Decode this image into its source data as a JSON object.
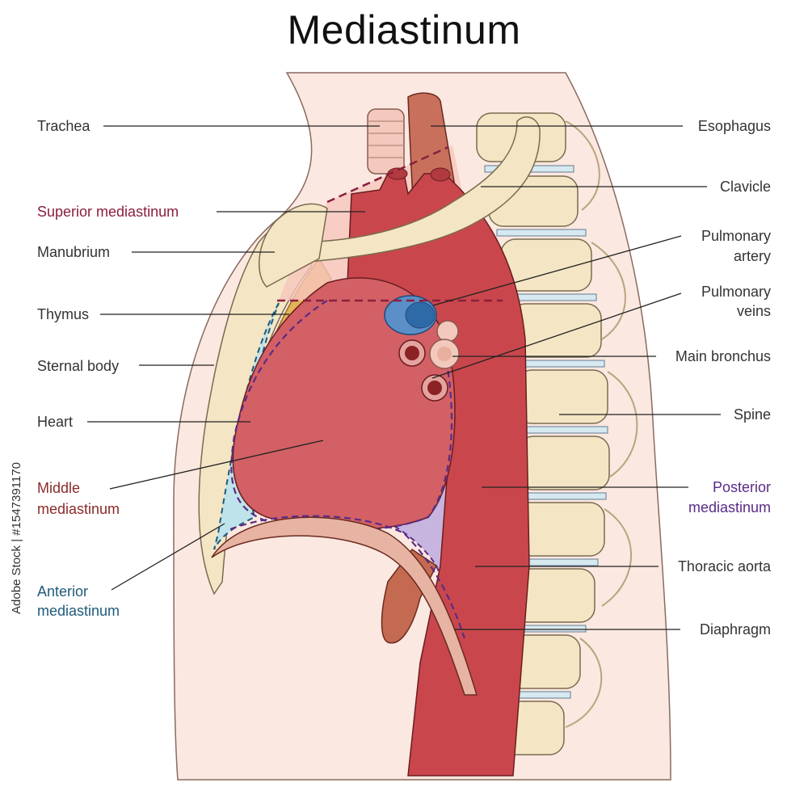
{
  "title": "Mediastinum",
  "credit": "Adobe Stock | #1547391170",
  "colors": {
    "superior": "#8b1e3f",
    "middle": "#8b2a2a",
    "posterior": "#5b2a86",
    "anterior": "#1f5a7a",
    "label": "#333333"
  },
  "labels": {
    "trachea": "Trachea",
    "superior": "Superior mediastinum",
    "manubrium": "Manubrium",
    "thymus": "Thymus",
    "sternal_body": "Sternal body",
    "heart": "Heart",
    "middle_1": "Middle",
    "middle_2": "mediastinum",
    "anterior_1": "Anterior",
    "anterior_2": "mediastinum",
    "esophagus": "Esophagus",
    "clavicle": "Clavicle",
    "pulm_artery_1": "Pulmonary",
    "pulm_artery_2": "artery",
    "pulm_veins_1": "Pulmonary",
    "pulm_veins_2": "veins",
    "main_bronchus": "Main bronchus",
    "spine": "Spine",
    "posterior_1": "Posterior",
    "posterior_2": "mediastinum",
    "thoracic_aorta": "Thoracic aorta",
    "diaphragm": "Diaphragm"
  }
}
